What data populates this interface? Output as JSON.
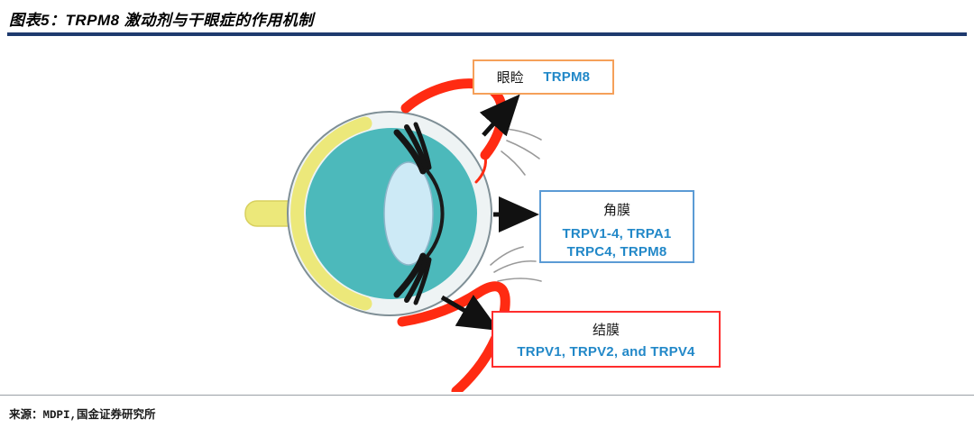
{
  "page": {
    "title": "图表5：TRPM8 激动剂与干眼症的作用机制",
    "source": "来源：MDPI,国金证券研究所"
  },
  "boxes": {
    "eyelid": {
      "label": "眼睑",
      "proteins": "TRPM8"
    },
    "cornea": {
      "label": "角膜",
      "proteins_line1": "TRPV1-4, TRPA1",
      "proteins_line2": "TRPC4, TRPM8"
    },
    "conjunctiva": {
      "label": "结膜",
      "proteins_line1": "TRPV1, TRPV2, and TRPV4"
    }
  },
  "colors": {
    "title_underline": "#1e3a6e",
    "eyelid_box_border": "#f5a05a",
    "cornea_box_border": "#5b9bd5",
    "conjunctiva_box_border": "#ff2d2d",
    "protein_text": "#2288c8",
    "eye_fill": "#4cb9bb",
    "eye_ring_fill": "#eef3f4",
    "sclera_yellow": "#ece87a",
    "eyelid_red": "#ff2b12",
    "lens_fill": "#cdeaf6",
    "arrow_black": "#111111"
  }
}
